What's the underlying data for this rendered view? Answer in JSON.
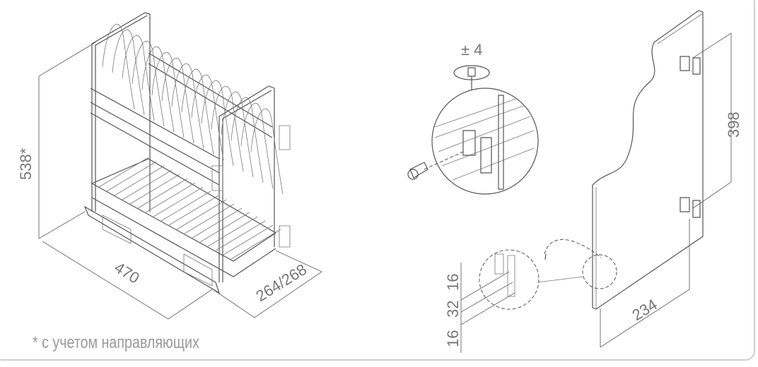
{
  "rack": {
    "height_label": "538*",
    "width_label": "470",
    "depth_label": "264/268"
  },
  "mounting": {
    "adjust_label": "± 4",
    "bracket_spacing_label": "398",
    "offset_label": "234",
    "hole_labels": [
      "16",
      "32",
      "16"
    ]
  },
  "footnote": "* с учетом направляющих",
  "colors": {
    "line": "#555555",
    "text": "#777777",
    "note": "#9a9a9a"
  }
}
